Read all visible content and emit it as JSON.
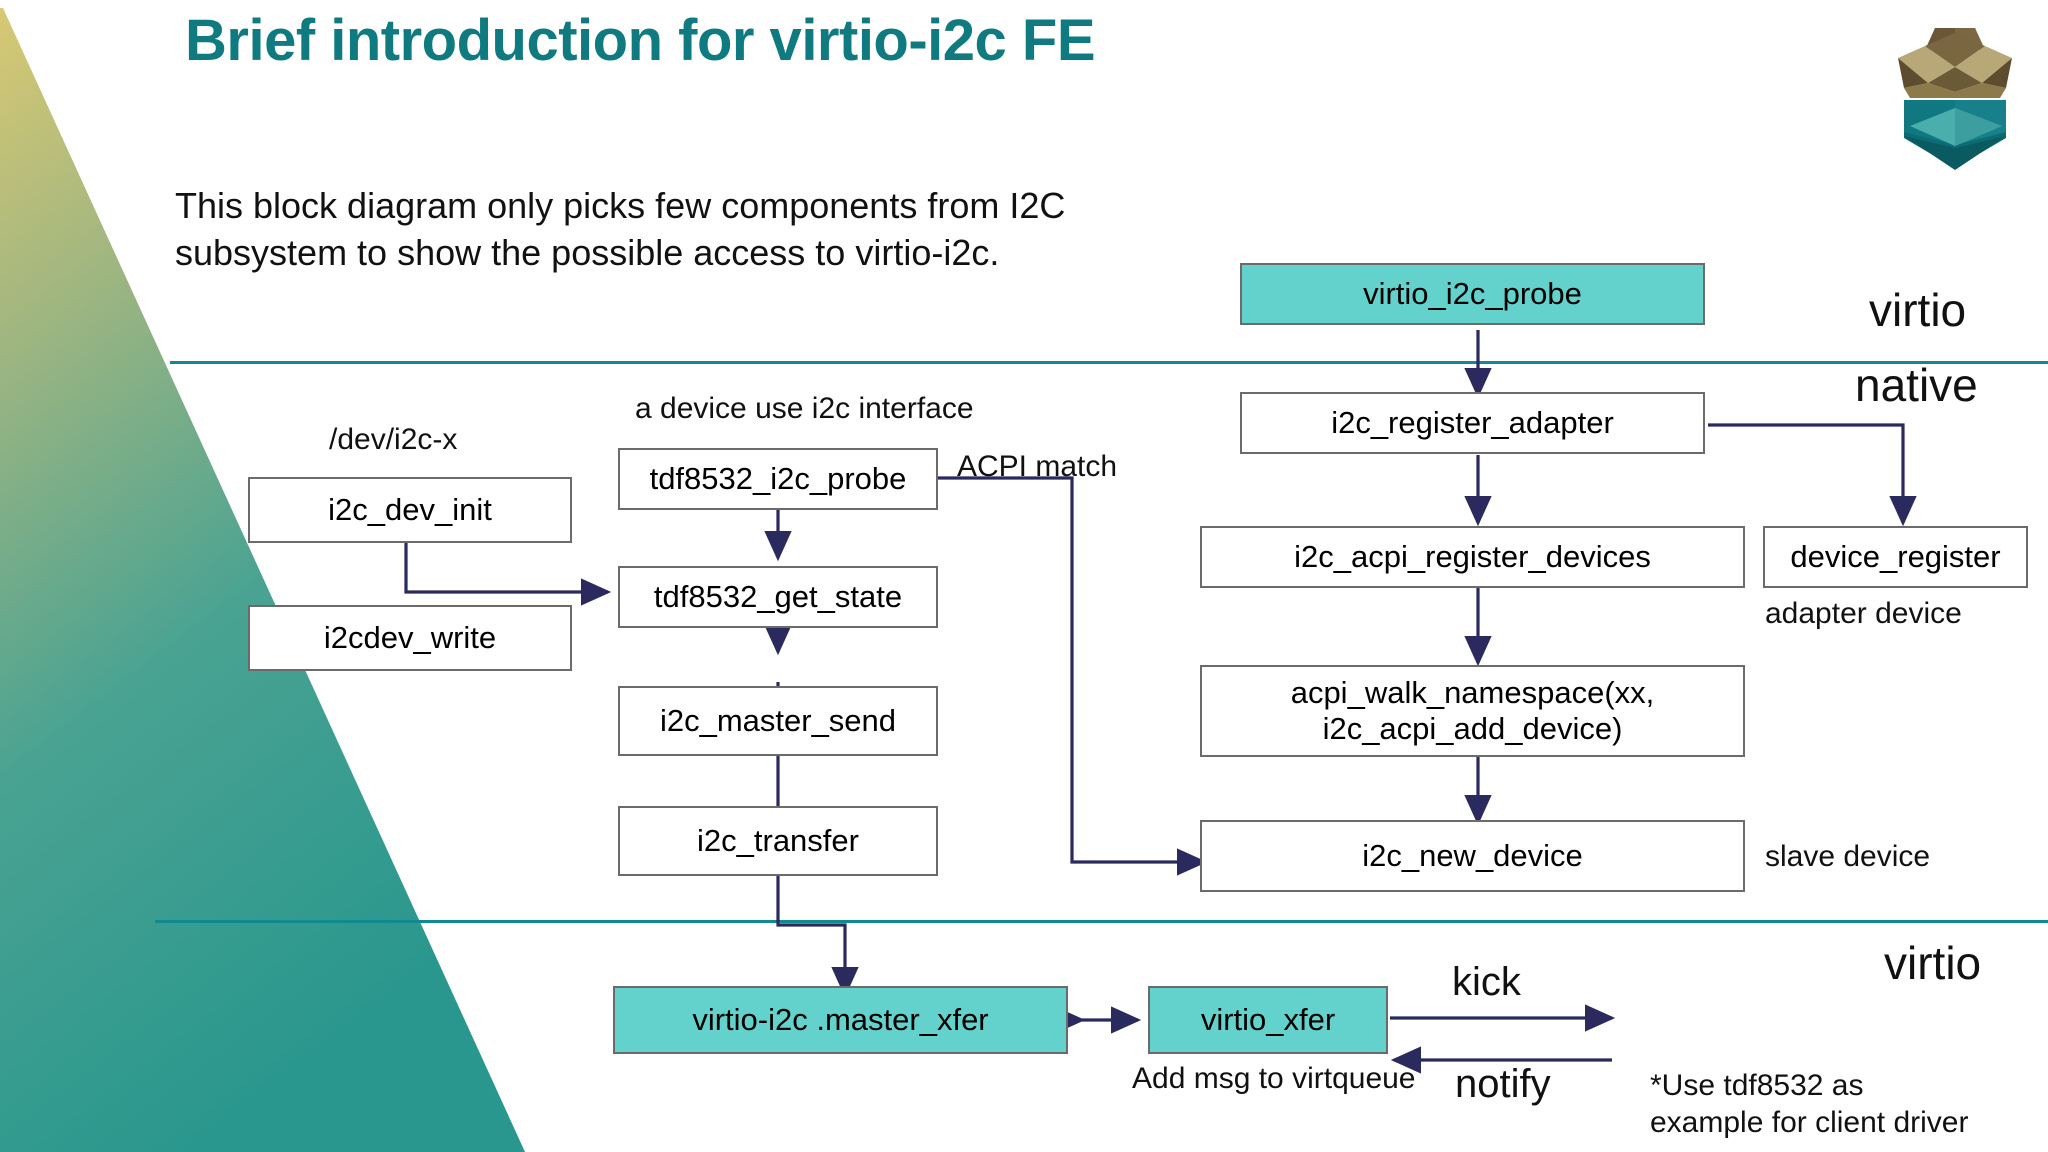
{
  "slide": {
    "title": "Brief introduction for virtio-i2c FE",
    "intro": "This block diagram only picks few components from I2C subsystem to show the possible access to virtio-i2c.",
    "logo_icon": "acorn-logo-icon",
    "colors": {
      "title_teal": "#0f7a80",
      "divider_teal": "#0f8a90",
      "box_highlight_teal": "#64d2cc",
      "box_border_gray": "#6b6b6b",
      "arrow_navy": "#2b2a5e",
      "wedge_green": "#2e998f",
      "wedge_olive": "#c3b76a"
    }
  },
  "zones": {
    "virtio_top": "virtio",
    "native": "native",
    "virtio_bottom": "virtio"
  },
  "captions": {
    "dev_node": "/dev/i2c-x",
    "device_use_i2c": "a device use i2c interface",
    "acpi_match": "ACPI match",
    "adapter_device": "adapter device",
    "slave_device": "slave device",
    "add_msg": "Add msg to virtqueue",
    "kick": "kick",
    "notify": "notify",
    "footnote": "*Use tdf8532 as example for client driver"
  },
  "boxes": [
    {
      "id": "i2c_dev_init",
      "label": "i2c_dev_init",
      "highlight": false
    },
    {
      "id": "i2cdev_write",
      "label": "i2cdev_write",
      "highlight": false
    },
    {
      "id": "tdf8532_i2c_probe",
      "label": "tdf8532_i2c_probe",
      "highlight": false
    },
    {
      "id": "tdf8532_get_state",
      "label": "tdf8532_get_state",
      "highlight": false
    },
    {
      "id": "i2c_master_send",
      "label": "i2c_master_send",
      "highlight": false
    },
    {
      "id": "i2c_transfer",
      "label": "i2c_transfer",
      "highlight": false
    },
    {
      "id": "virtio_i2c_probe",
      "label": "virtio_i2c_probe",
      "highlight": true
    },
    {
      "id": "i2c_register_adapter",
      "label": "i2c_register_adapter",
      "highlight": false
    },
    {
      "id": "i2c_acpi_register_devices",
      "label": "i2c_acpi_register_devices",
      "highlight": false
    },
    {
      "id": "device_register",
      "label": "device_register",
      "highlight": false
    },
    {
      "id": "acpi_walk_namespace",
      "label": "acpi_walk_namespace(xx, i2c_acpi_add_device)",
      "highlight": false
    },
    {
      "id": "i2c_new_device",
      "label": "i2c_new_device",
      "highlight": false
    },
    {
      "id": "virtio_i2c_master_xfer",
      "label": "virtio-i2c  .master_xfer",
      "highlight": true
    },
    {
      "id": "virtio_xfer",
      "label": "virtio_xfer",
      "highlight": true
    }
  ]
}
